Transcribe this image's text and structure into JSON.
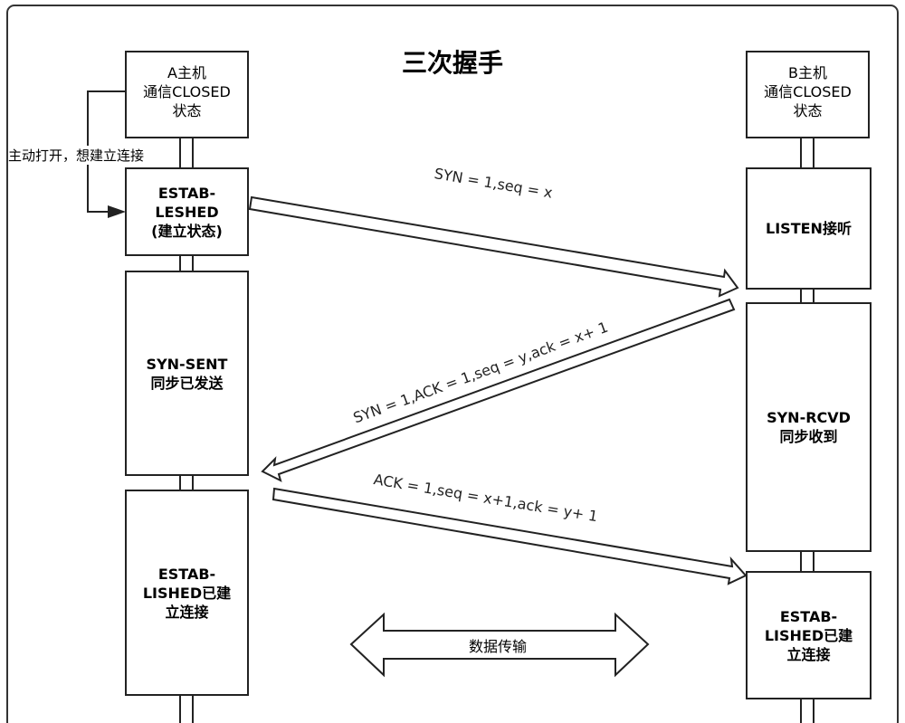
{
  "title": "三次握手",
  "host_a": {
    "name": "A主机",
    "state_line1": "通信CLOSED",
    "state_line2": "状态"
  },
  "host_b": {
    "name": "B主机",
    "state_line1": "通信CLOSED",
    "state_line2": "状态"
  },
  "active_open_note": "主动打开，想建立连接",
  "a_states": {
    "established_top": "ESTAB-\nLESHED\n(建立状态)",
    "syn_sent": "SYN-SENT\n同步已发送",
    "established_bottom": "ESTAB-\nLISHED已建\n立连接"
  },
  "b_states": {
    "listen": "LISTEN接听",
    "syn_rcvd": "SYN-RCVD\n同步收到",
    "established": "ESTAB-\nLISHED已建\n立连接"
  },
  "messages": {
    "syn": "SYN = 1,seq = x",
    "syn_ack": "SYN = 1,ACK = 1,seq = y,ack = x+ 1",
    "ack": "ACK = 1,seq = x+1,ack = y+ 1"
  },
  "data_transfer": "数据传输"
}
